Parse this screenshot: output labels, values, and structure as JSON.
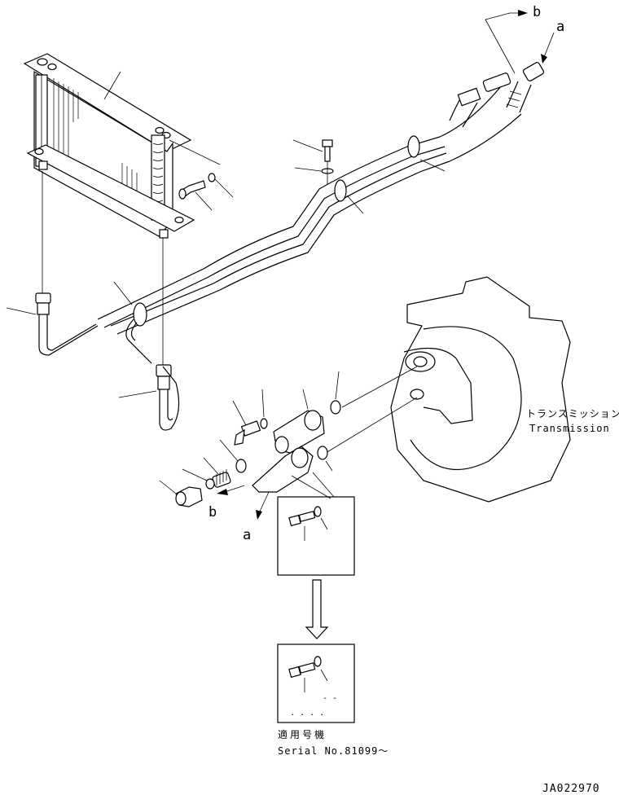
{
  "callouts": {
    "a_top": "a",
    "b_top": "b",
    "a_bottom": "a",
    "b_bottom": "b"
  },
  "labels": {
    "transmission_jp": "トランスミッション",
    "transmission_en": "Transmission"
  },
  "serial_note": {
    "jp": "適用号機",
    "en": "Serial No.81099～"
  },
  "drawing_id": "JA022970",
  "inset_dots": ". . . .",
  "inset_dash": "- -"
}
